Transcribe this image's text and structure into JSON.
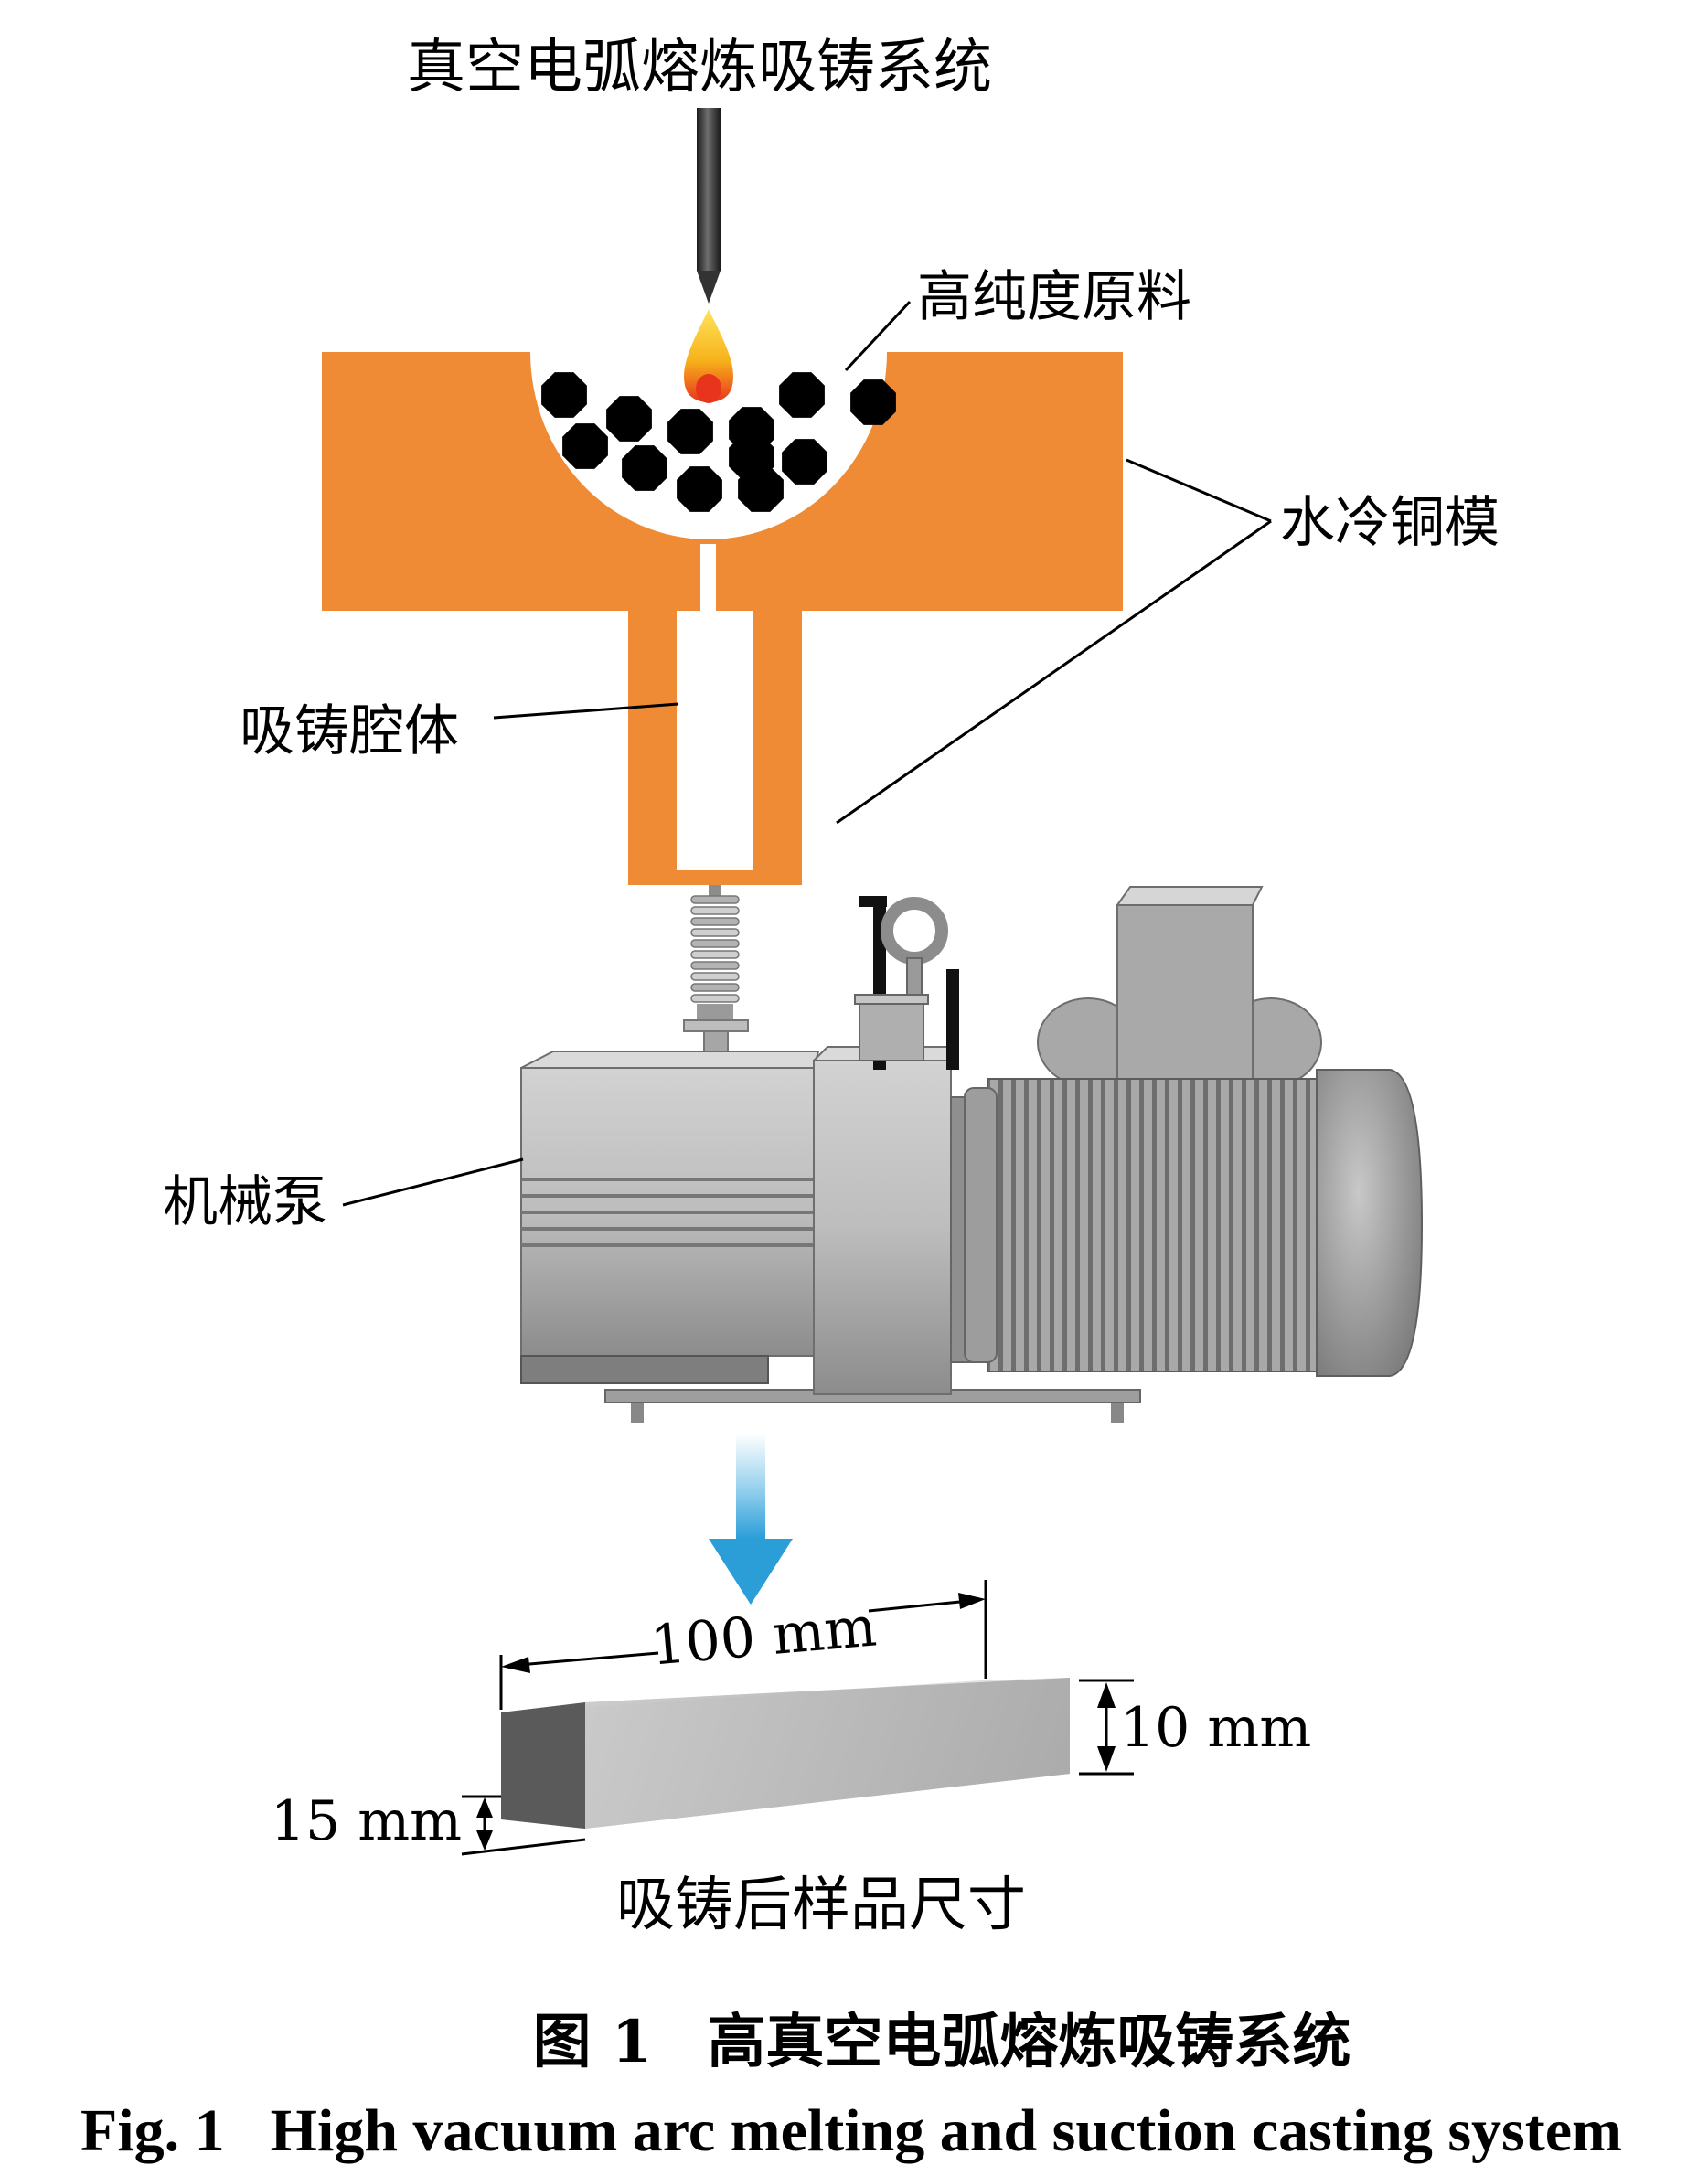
{
  "labels": {
    "system": "真空电弧熔炼吸铸系统",
    "raw_material": "高纯度原料",
    "copper_mold": "水冷铜模",
    "cavity": "吸铸腔体",
    "pump": "机械泵",
    "sample_size": "吸铸后样品尺寸"
  },
  "dimensions": {
    "length": "100 mm",
    "height": "10 mm",
    "width": "15 mm"
  },
  "caption": {
    "cn_number": "图 1",
    "cn_title": "高真空电弧熔炼吸铸系统",
    "en_number": "Fig. 1",
    "en_title": "High vacuum arc melting and suction casting system"
  },
  "colors": {
    "mold": "#EF8B35",
    "pellet": "#000000",
    "pump_body": "#BDBDBD",
    "arrow": "#3BA9DC",
    "flame_outer": "#F7B21B",
    "flame_inner": "#E8341C"
  },
  "icons": {
    "electrode": "electrode-icon",
    "flame": "arc-flame-icon",
    "pump": "vacuum-pump-icon",
    "arrow": "down-arrow-icon"
  }
}
